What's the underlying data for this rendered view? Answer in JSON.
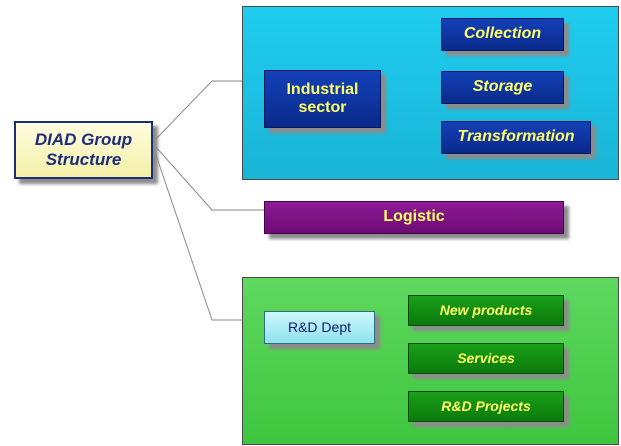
{
  "diagram": {
    "root": {
      "label_line1": "DIAD Group",
      "label_line2": "Structure"
    },
    "industrial": {
      "label_line1": "Industrial",
      "label_line2": "sector",
      "children": [
        "Collection",
        "Storage",
        "Transformation"
      ]
    },
    "logistic": {
      "label": "Logistic"
    },
    "rd": {
      "label": "R&D Dept",
      "children": [
        "New products",
        "Services",
        "R&D Projects"
      ]
    }
  },
  "colors": {
    "industrial_panel": "#1fcdf0",
    "rd_panel": "#4ecf4e",
    "blue_box": "#0f35a0",
    "logistic_box": "#7d1285",
    "green_box": "#12901a",
    "highlight_text": "#ffff66",
    "root_fill": "#f8f4c0"
  }
}
